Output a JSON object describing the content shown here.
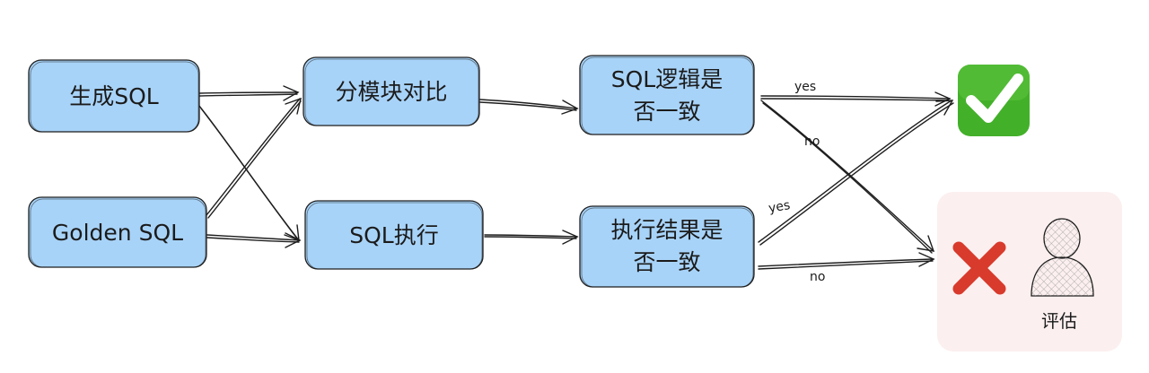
{
  "nodes": {
    "generate_sql": "生成SQL",
    "golden_sql": "Golden SQL",
    "module_compare": "分模块对比",
    "sql_execute": "SQL执行",
    "logic_consistent": [
      "SQL逻辑是",
      "否一致"
    ],
    "result_consistent": [
      "执行结果是",
      "否一致"
    ]
  },
  "edge_labels": {
    "logic_yes": "yes",
    "logic_no": "no",
    "result_yes": "yes",
    "result_no": "no"
  },
  "outcomes": {
    "success_icon": "white-check-mark-icon",
    "fail_icon": "red-cross-icon",
    "evaluate_label": "评估"
  },
  "colors": {
    "box_fill": "#a8d3f8",
    "box_stroke": "#1e1e1e",
    "check_fill": "#43b02a",
    "cross_fill": "#d83a2c",
    "fail_panel_fill": "#fcefef"
  }
}
